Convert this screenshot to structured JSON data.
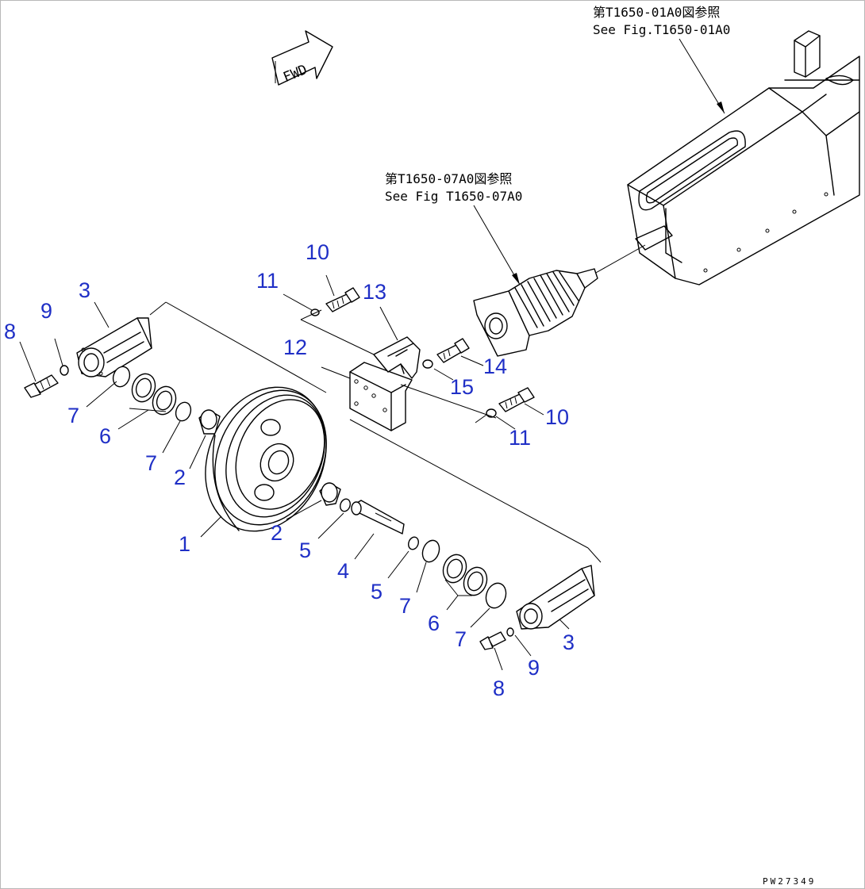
{
  "orientation": {
    "label": "FWD"
  },
  "references": {
    "frame_jp": "第T1650-01A0図参照",
    "frame_en": "See Fig.T1650-01A0",
    "cylinder_jp": "第T1650-07A0図参照",
    "cylinder_en": "See Fig T1650-07A0"
  },
  "drawing_code": "PW27349",
  "callouts": {
    "c1": "1",
    "c2a": "2",
    "c2b": "2",
    "c3a": "3",
    "c3b": "3",
    "c4": "4",
    "c5a": "5",
    "c5b": "5",
    "c6a": "6",
    "c6b": "6",
    "c7a": "7",
    "c7b": "7",
    "c7c": "7",
    "c7d": "7",
    "c8a": "8",
    "c8b": "8",
    "c9a": "9",
    "c9b": "9",
    "c10a": "10",
    "c10b": "10",
    "c11a": "11",
    "c11b": "11",
    "c12": "12",
    "c13": "13",
    "c14": "14",
    "c15": "15"
  },
  "colors": {
    "callout": "#1f2fc6",
    "line": "#000000",
    "background": "#ffffff"
  }
}
